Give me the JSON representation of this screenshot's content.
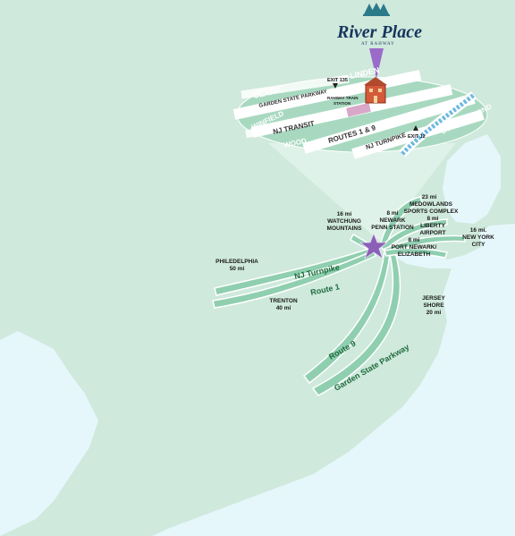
{
  "brand": {
    "name": "River Place",
    "tagline": "AT RAHWAY"
  },
  "inset": {
    "streets": [
      "CLARK",
      "LINDEN",
      "WINFIELD",
      "WOOD",
      "STATEN ISLAND"
    ],
    "roads": [
      "GARDEN STATE PARKWAY",
      "NJ TRANSIT",
      "ROUTES 1 & 9",
      "NJ TURNPIKE"
    ],
    "exit_135": "EXIT 135",
    "exit_12": "EXIT 12",
    "station": [
      "RAHWAY TRAIN",
      "STATION"
    ]
  },
  "destinations": {
    "meadowlands": [
      "23 mi",
      "MEDOWLANDS",
      "SPORTS COMPLEX"
    ],
    "watchung": [
      "16 mi",
      "WATCHUNG",
      "MOUNTAINS"
    ],
    "newark_penn": [
      "8 mi",
      "NEWARK",
      "PENN STATION"
    ],
    "liberty": [
      "8 mi",
      "LIBERTY",
      "AIRPORT"
    ],
    "port_newark": [
      "8 mi",
      "PORT NEWARK/",
      "ELIZABETH"
    ],
    "new_york": [
      "16 mi.",
      "NEW YORK",
      "CITY"
    ],
    "philadelphia": [
      "PHILEDELPHIA",
      "50 mi"
    ],
    "trenton": [
      "TRENTON",
      "40 mi"
    ],
    "jersey_shore": [
      "JERSEY",
      "SHORE",
      "20 mi"
    ]
  },
  "roads": {
    "nj_turnpike": "NJ Turnpike",
    "route_1": "Route 1",
    "route_9": "Route 9",
    "gsp": "Garden State Parkway"
  },
  "colors": {
    "land": "#cfe9dc",
    "water": "#e6f7fb",
    "road": "#8fcfb0",
    "inset": "#a8d9c0",
    "star": "#8b5fb7",
    "brand": "#17365e"
  }
}
